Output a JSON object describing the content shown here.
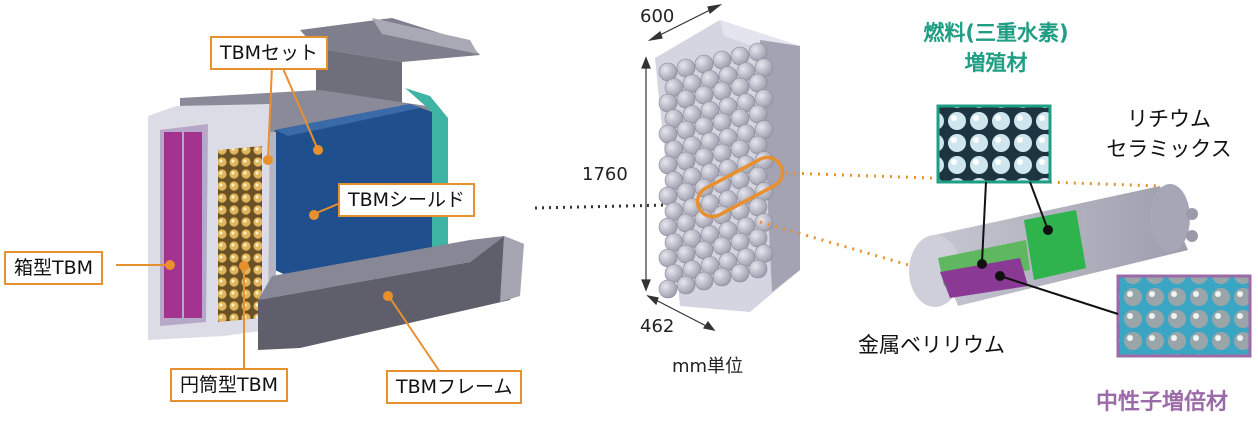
{
  "labels": {
    "tbm_set": "TBMセット",
    "tbm_shield": "TBMシールド",
    "box_tbm": "箱型TBM",
    "cyl_tbm": "円筒型TBM",
    "tbm_frame": "TBMフレーム"
  },
  "dims": {
    "width": "600",
    "height": "1760",
    "depth": "462",
    "unit": "mm単位"
  },
  "materials": {
    "fuel_line1": "燃料(三重水素)",
    "fuel_line2": "増殖材",
    "lithium_line1": "リチウム",
    "lithium_line2": "セラミックス",
    "beryllium": "金属ベリリウム",
    "multiplier": "中性子増倍材"
  },
  "colors": {
    "callout_orange": "#e8902e",
    "fuel_teal": "#1f9e84",
    "multiplier_purple": "#9b6aa8",
    "shield_blue": "#1f4f8c",
    "box_magenta": "#a4338f"
  }
}
